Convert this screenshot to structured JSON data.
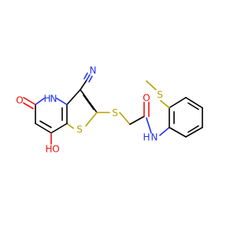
{
  "molecule": {
    "labels": {
      "cyano_n": "N",
      "ring_nh": "N",
      "ring_h": "H",
      "keto_o": "O",
      "hydroxy_o": "O",
      "hydroxy_h": "H",
      "ring_s": "S",
      "thioether_s": "S",
      "amide_o": "O",
      "amide_n": "N",
      "amide_h": "H",
      "methylthio_s": "S"
    },
    "colors": {
      "carbon": "#000000",
      "nitrogen": "#2233ee",
      "oxygen": "#ee1111",
      "sulfur": "#b3a200"
    }
  }
}
